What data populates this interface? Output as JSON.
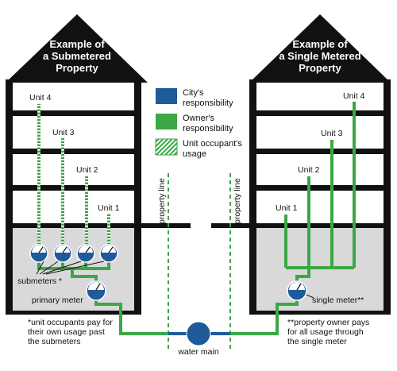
{
  "colors": {
    "city": "#1f5a9a",
    "owner": "#3aa844",
    "occupant_stripe": "#3aa844",
    "roof": "#111111",
    "basement": "#d9d9d9",
    "line": "#111111"
  },
  "left_building": {
    "title_line1": "Example of",
    "title_line2": "a Submetered",
    "title_line3": "Property",
    "units": [
      "Unit 4",
      "Unit 3",
      "Unit 2",
      "Unit 1"
    ],
    "submeters_label": "submeters *",
    "primary_meter_label": "primary meter",
    "footnote": [
      "*unit occupants pay for",
      "their own usage past",
      "the submeters"
    ]
  },
  "right_building": {
    "title_line1": "Example of",
    "title_line2": "a Single Metered",
    "title_line3": "Property",
    "units": [
      "Unit 1",
      "Unit 2",
      "Unit 3",
      "Unit 4"
    ],
    "single_meter_label": "single meter**",
    "footnote": [
      "**property owner pays",
      "for all usage through",
      "the single meter"
    ]
  },
  "legend": {
    "city": [
      "City's",
      "responsibility"
    ],
    "owner": [
      "Owner's",
      "responsibility"
    ],
    "occupant": [
      "Unit occupant's",
      "usage"
    ]
  },
  "property_line_label": "property line",
  "water_main_label": "water main"
}
